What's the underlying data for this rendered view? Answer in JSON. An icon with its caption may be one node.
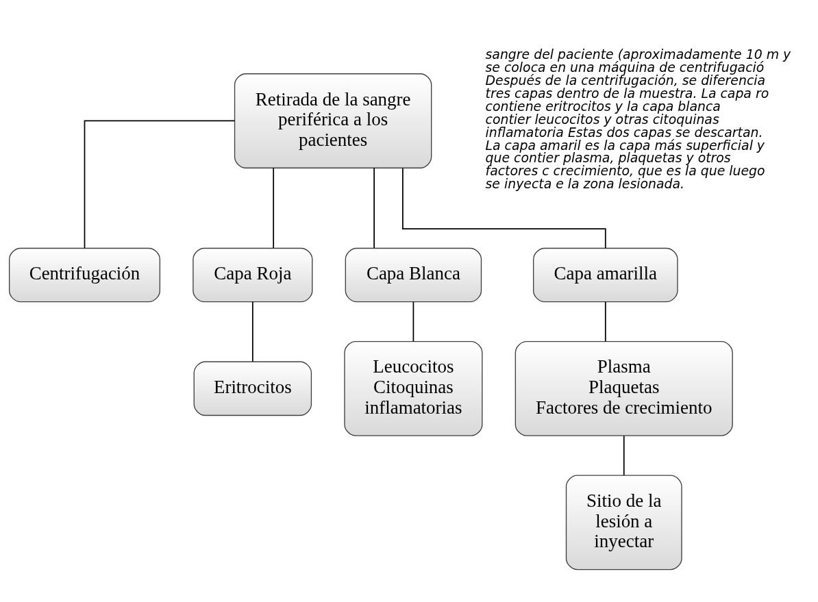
{
  "diagram": {
    "nodes": [
      {
        "text": [
          "Retirada de la sangre periférica a los pacientes"
        ]
      },
      {
        "text": [
          "Centrifugación"
        ]
      },
      {
        "text": [
          "Capa Roja"
        ]
      },
      {
        "text": [
          "Capa Blanca"
        ]
      },
      {
        "text": [
          "Capa amarilla"
        ]
      },
      {
        "text": [
          "Eritrocitos"
        ]
      },
      {
        "text": [
          "Leucocitos",
          "Citoquinas",
          "inflamatorias"
        ]
      },
      {
        "text": [
          "Plasma",
          "Plaquetas",
          "Factores de crecimiento"
        ]
      },
      {
        "text": [
          "Sitio de la lesión a inyectar"
        ]
      }
    ],
    "edges": [
      {
        "from": 0,
        "to": 1,
        "arrow": "none"
      },
      {
        "from": 0,
        "to": 2,
        "arrow": "none"
      },
      {
        "from": 0,
        "to": 3,
        "arrow": "none"
      },
      {
        "from": 0,
        "to": 4,
        "arrow": "none"
      },
      {
        "from": 2,
        "to": 5,
        "arrow": "none"
      },
      {
        "from": 3,
        "to": 6,
        "arrow": "none"
      },
      {
        "from": 4,
        "to": 7,
        "arrow": "none"
      },
      {
        "from": 7,
        "to": 8,
        "arrow": "none"
      }
    ],
    "labels": [
      "sangre del paciente (aproximadamente 10 m y se coloca en una máquina de centrifugació Después de la centrifugación, se diferencia tres capas dentro de la muestra. La capa ro contiene eritrocitos y la capa blanca contier leucocitos y otras citoquinas inflamatoria Estas dos capas se descartan. La capa amaril es la capa más superficial y que contier plasma, plaquetas y otros factores c crecimiento, que es la que luego se inyecta e la zona lesionada."
    ]
  }
}
